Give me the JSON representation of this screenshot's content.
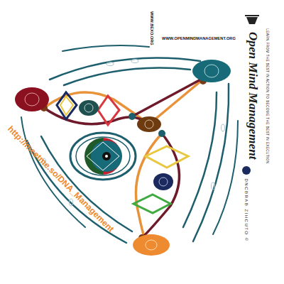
{
  "diagram": {
    "title": "Open Mind Management",
    "labels": [
      "WWW.BEXO.ORG",
      "WWW.OPENMINDMANAGEMENT.ORG",
      "LEARN FROM THE BEST IN ACTION TO BECOME THE BEST IN EXECUTION",
      "http://meetme.so/DNA_Management",
      "DNCBRAB ZIHCUTO ©"
    ]
  }
}
